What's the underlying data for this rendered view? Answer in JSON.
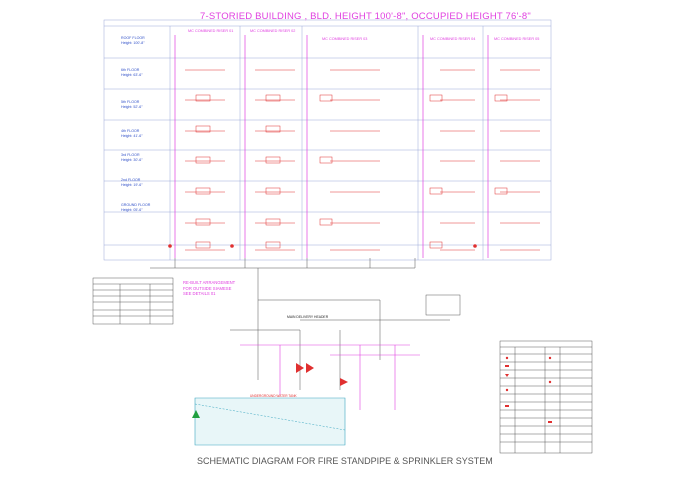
{
  "title": "7-STORIED BUILDING , BLD. HEIGHT 100'-8\", OCCUPIED HEIGHT 76'-8\"",
  "subtitle": "SCHEMATIC DIAGRAM FOR FIRE STANDPIPE & SPRINKLER SYSTEM",
  "risers": [
    "MC COMBINED RISER 01",
    "MC COMBINED RISER 02",
    "MC COMBINED RISER 03",
    "MC COMBINED RISER 04",
    "MC COMBINED RISER 05"
  ],
  "floors": [
    {
      "name": "ROOF FLOOR",
      "height": "Height: 100'-8\""
    },
    {
      "name": "6th FLOOR",
      "height": "Height: 63'-6\""
    },
    {
      "name": "5th FLOOR",
      "height": "Height: 52'-6\""
    },
    {
      "name": "4th FLOOR",
      "height": "Height: 41'-6\""
    },
    {
      "name": "3rd FLOOR",
      "height": "Height: 30'-6\""
    },
    {
      "name": "2nd FLOOR",
      "height": "Height: 19'-6\""
    },
    {
      "name": "GROUND FLOOR",
      "height": "Height: 05'-6\""
    }
  ],
  "notes_block": [
    "RE-BUILT ARRANGEMENT",
    "FOR OUTSIDE SIAMESE",
    "SEE DETAILS 01"
  ],
  "pump_room_label": "MAIN DELIVERY HEADER",
  "tank_label": "UNDERGROUND WATER TANK",
  "colors": {
    "title": "#e040e0",
    "pipe": "#e040e0",
    "grid": "#3050c8",
    "sprinkler": "#e03030",
    "note": "#20a040"
  }
}
